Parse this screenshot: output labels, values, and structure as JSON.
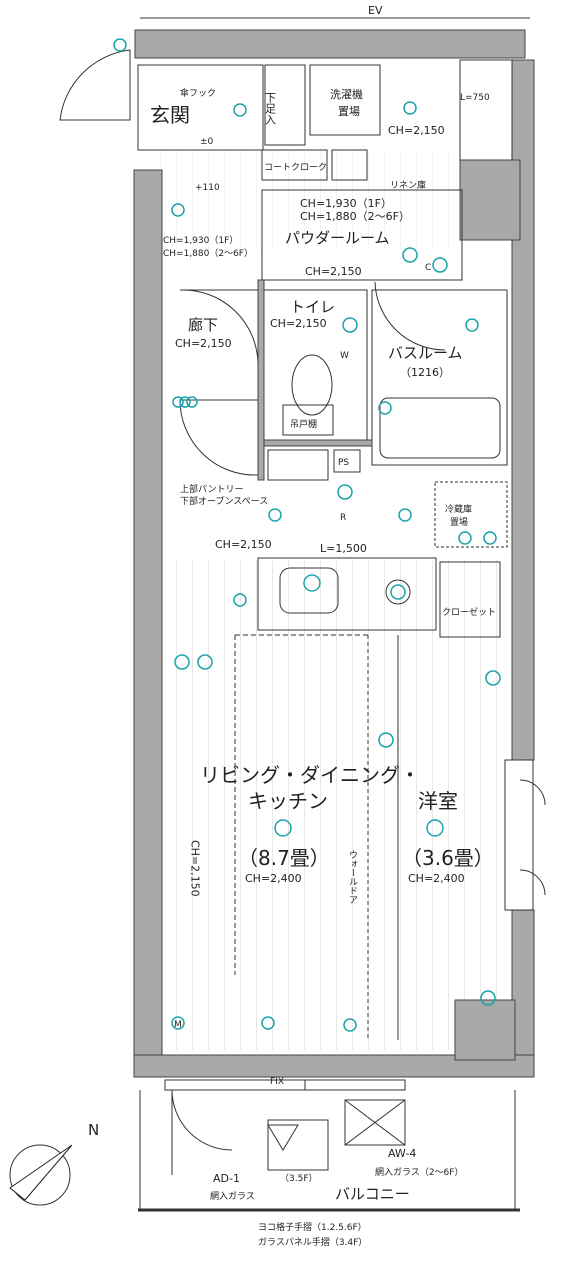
{
  "labels": {
    "ev": "EV",
    "entrance": "玄関",
    "umbrella_hook": "傘フック",
    "shoe_box": "下足入",
    "washer_area_1": "洗濯機",
    "washer_area_2": "置場",
    "ch_entrance": "CH=2,150",
    "l750": "L=750",
    "pm0": "±0",
    "plus110": "+110",
    "coat_closet": "コートクローク",
    "linen": "リネン庫",
    "ch_1930": "CH=1,930（1F）",
    "ch_1880": "CH=1,880（2～6F）",
    "ch_1930_left": "CH=1,930（1F）",
    "ch_1880_left": "CH=1,880（2～6F）",
    "powder_room": "パウダールーム",
    "ch_powder": "CH=2,150",
    "hallway": "廊下",
    "ch_hall": "CH=2,150",
    "toilet": "トイレ",
    "ch_toilet": "CH=2,150",
    "bathroom": "バスルーム",
    "bath_size": "（1216）",
    "cabinet": "吊戸棚",
    "ps": "PS",
    "pantry_1": "上部パントリー",
    "pantry_2": "下部オープンスペース",
    "fridge_1": "冷蔵庫",
    "fridge_2": "置場",
    "ch_kitchen": "CH=2,150",
    "l1500": "L=1,500",
    "closet": "クローゼット",
    "ldk_1": "リビング・ダイニング・",
    "ldk_2": "キッチン",
    "ldk_size": "（8.7畳）",
    "ldk_ch": "CH=2,400",
    "western_room": "洋室",
    "western_size": "（3.6畳）",
    "western_ch": "CH=2,400",
    "ch_vertical": "CH=2,150",
    "walk_door": "ウォールドア",
    "fix": "FIX",
    "ad1": "AD-1",
    "wired_glass_left": "網入ガラス",
    "aw4": "AW-4",
    "wired_glass_right": "網入ガラス（2～6F）",
    "floor_35": "（3.5F）",
    "balcony": "バルコニー",
    "rail_1": "ヨコ格子手摺（1.2.5.6F）",
    "rail_2": "ガラスパネル手摺（3.4F）",
    "north": "N",
    "r": "R",
    "w": "W",
    "c": "C",
    "m": "M"
  },
  "colors": {
    "wall": "#a9a9a9",
    "wall_stroke": "#444444",
    "line": "#333333",
    "accent": "#1aa3a8",
    "floor_stripe": "#d2d2d2"
  }
}
